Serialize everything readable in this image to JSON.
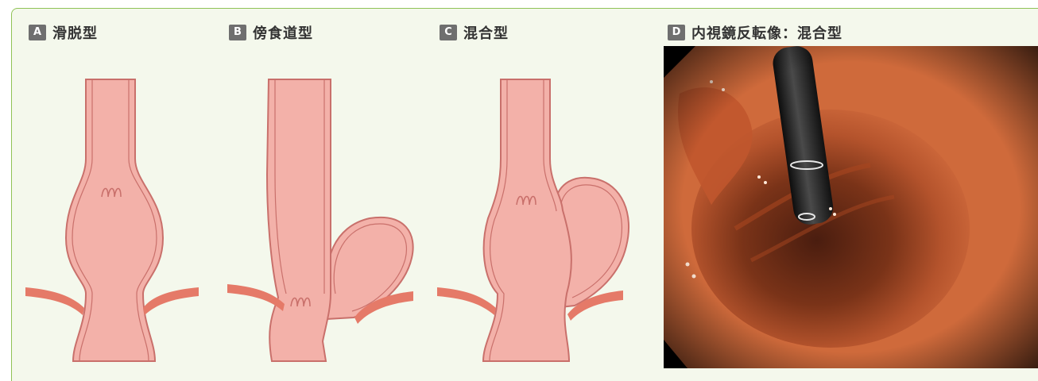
{
  "panels": [
    {
      "letter": "A",
      "title": "滑脱型"
    },
    {
      "letter": "B",
      "title": "傍食道型"
    },
    {
      "letter": "C",
      "title": "混合型"
    },
    {
      "letter": "D",
      "title": "内視鏡反転像：混合型"
    }
  ],
  "colors": {
    "frame_border": "#8fc356",
    "frame_fill": "#f4f8ec",
    "tissue_fill": "#f3b1a9",
    "tissue_outline": "#c9706b",
    "diaphragm": "#e57a68",
    "badge": "#6f6f6f"
  }
}
